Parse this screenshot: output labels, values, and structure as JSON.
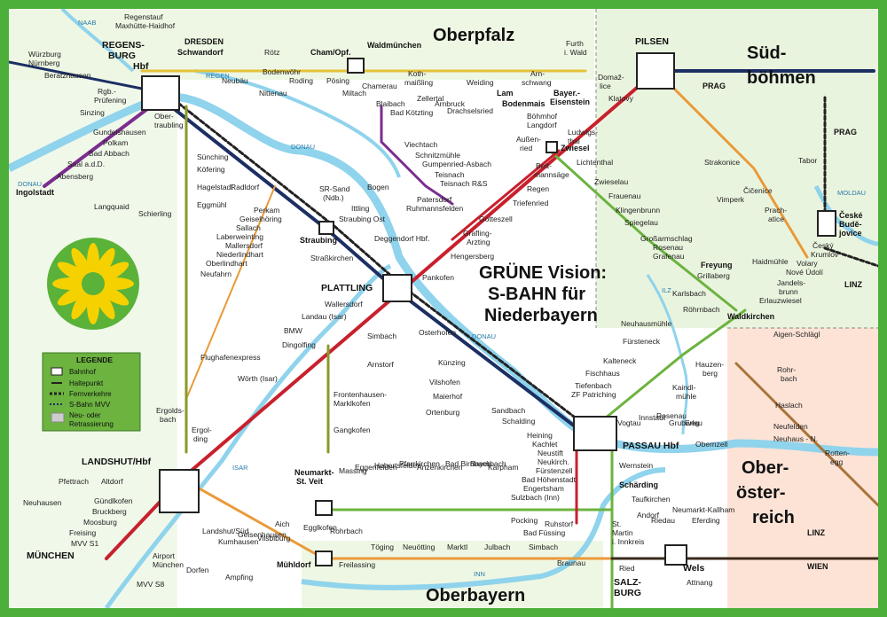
{
  "title": {
    "line1": "GRÜNE Vision:",
    "line2": "S-BAHN für",
    "line3": "Niederbayern"
  },
  "regions": {
    "oberpfalz": "Oberpfalz",
    "oberbayern": "Oberbayern",
    "suedboehmen_1": "Süd-",
    "suedboehmen_2": "böhmen",
    "ooe_1": "Ober-",
    "ooe_2": "öster-",
    "ooe_3": "reich"
  },
  "hubs": {
    "regensburg_1": "REGENS-",
    "regensburg_2": "BURG",
    "regensburg_3": "Hbf",
    "plattling": "PLATTLING",
    "landshut": "LANDSHUT/Hbf",
    "passau": "PASSAU Hbf",
    "pilsen": "PILSEN",
    "muenchen": "MÜNCHEN",
    "salzburg_1": "SALZ-",
    "salzburg_2": "BURG",
    "wels": "Wels",
    "budejovice_1": "České",
    "budejovice_2": "Budě-",
    "budejovice_3": "jovice"
  },
  "directions": {
    "dresden": "DRESDEN",
    "prag_top": "PRAG",
    "prag_right": "PRAG",
    "linz_1": "LINZ",
    "linz_2": "LINZ",
    "wien": "WIEN",
    "schwandorf": "Schwandorf"
  },
  "rivers": {
    "naab": "NAAB",
    "regen": "REGEN",
    "donau_1": "DONAU",
    "donau_2": "DONAU",
    "donau_3": "DONAU",
    "isar": "ISAR",
    "inn": "INN",
    "ilz": "ILZ",
    "moldau": "MOLDAU"
  },
  "stations_west": [
    "Regenstauf",
    "Maxhütte-Haidhof",
    "Würzburg",
    "Nürnberg",
    "Beratzhausen",
    "Rgb.-",
    "Prüfening",
    "Sinzing",
    "Ober-",
    "traubling",
    "Gundelshausen",
    "Polkam",
    "Bad Abbach",
    "Saal a.d.D.",
    "Abensberg",
    "Ingolstadt",
    "Sünching",
    "Köfering",
    "Hagelstadt",
    "Eggmühl",
    "Langquaid",
    "Schierling",
    "Radldorf",
    "Perkam",
    "Geiselhöring",
    "Sallach",
    "Laberweinting",
    "Mallersdorf",
    "Niederlindhart",
    "Oberlindhart",
    "Neufahrn",
    "Wörth (Isar)",
    "Ergolds-",
    "bach",
    "Ergol-",
    "ding",
    "Pfettrach",
    "Altdorf",
    "Neuhausen",
    "Gündlkofen",
    "Bruckberg",
    "Moosburg",
    "Freising",
    "MVV S1",
    "Airport",
    "München",
    "MVV S8"
  ],
  "stations_north": [
    "Rötz",
    "Cham/Opf.",
    "Waldmünchen",
    "Furth",
    "i. Wald",
    "Bodenwöhr",
    "Nittenau",
    "Roding",
    "Pösing",
    "Neubäu",
    "Miltach",
    "Chamerau",
    "Koth-",
    "maißling",
    "Weiding",
    "Arn-",
    "schwang",
    "Lam",
    "Bodenmais",
    "Bayer.-",
    "Eisenstein",
    "Domaž-",
    "lice",
    "Klatovy",
    "Blaibach",
    "Bad Kötzting",
    "Zellertal",
    "Arnbruck",
    "Drachselsried",
    "Böhmhof",
    "Langdorf",
    "Außen-",
    "ried",
    "Zwiesel",
    "Ludwigs-",
    "thal",
    "Viechtach",
    "Schnitzmühle",
    "Gumpenried-Asbach",
    "Teisnach",
    "Teisnach R&S",
    "Patersdorf",
    "Ruhmannsfelden",
    "Gotteszell",
    "Bett-",
    "mannsäge",
    "Regen",
    "Triefenried",
    "Grafling-",
    "Arzting"
  ],
  "stations_center": [
    "SR-Sand",
    "(Ndb.)",
    "Bogen",
    "Ittling",
    "Straubing Ost",
    "Straubing",
    "Straßkirchen",
    "Deggendorf Hbf.",
    "Hengersberg",
    "Pankofen",
    "Wallersdorf",
    "Landau (Isar)",
    "BMW",
    "Dingolfing",
    "Simbach",
    "Arnstorf",
    "Flughafenexpress",
    "Frontenhausen-",
    "Marklkofen",
    "Gangkofen",
    "Osterhofen",
    "Künzing",
    "Vilshofen",
    "Maierhof",
    "Ortenburg",
    "Sandbach",
    "Schalding",
    "Heining",
    "Kachlet",
    "Neustift",
    "Neukirch.",
    "Fürstenzell",
    "Bad Höhenstadt",
    "Engertsham",
    "Sulzbach (Inn)"
  ],
  "stations_east": [
    "Lichtenthal",
    "Zwieselau",
    "Frauenau",
    "Klingenbrunn",
    "Spiegelau",
    "Großarmschlag",
    "Rosenau",
    "Grafenau",
    "Freyung",
    "Grillaberg",
    "Karlsbach",
    "Röhrnbach",
    "Waldkirchen",
    "Neuhausmühle",
    "Fürsteneck",
    "Kalteneck",
    "Fischhaus",
    "Tiefenbach",
    "ZF Patriching",
    "Haidmühle",
    "Jandels-",
    "brunn",
    "Erlauzwiesel",
    "Vogtau",
    "Innstadt",
    "Rosenau",
    "Grubweg",
    "Erlau",
    "Obernzell",
    "Hauzen-",
    "berg",
    "Kaindl-",
    "mühle",
    "Strakonice",
    "Vimperk",
    "Čičenice",
    "Prach-",
    "atice",
    "Tabor",
    "Český",
    "Krumlov",
    "Volary",
    "Nové Údolí",
    "Aigen-Schlägl",
    "Rohr-",
    "bach",
    "Haslach",
    "Neufelden",
    "Neuhaus - N.",
    "Rotten-",
    "egg"
  ],
  "stations_south": [
    "Neumarkt-",
    "St. Veit",
    "Egglkofen",
    "Massing",
    "Eggenfelden",
    "Hebertsfelden",
    "Pfarrkirchen",
    "Anzenkirchen",
    "Bad Birnbach",
    "Bayerbach",
    "Karpham",
    "Pocking",
    "Bad Füssing",
    "Ruhstorf",
    "Rohrbach",
    "Töging",
    "Neuötting",
    "Marktl",
    "Julbach",
    "Simbach",
    "Braunau",
    "Mühldorf",
    "Freilassing",
    "Landshut/Süd",
    "Kumhausen",
    "Geisenhausen",
    "Vilsbiburg",
    "Aich",
    "Dorfen",
    "Ampfing",
    "Wernstein",
    "Schärding",
    "Taufkirchen",
    "Andorf",
    "Riedau",
    "Neumarkt-Kallham",
    "Eferding",
    "St.",
    "Martin",
    "i. Innkreis",
    "Ried",
    "Attnang"
  ],
  "legend": {
    "title": "LEGENDE",
    "items": [
      {
        "symbol": "bahnhof",
        "label": "Bahnhof"
      },
      {
        "symbol": "haltepunkt",
        "label": "Haltepunkt"
      },
      {
        "symbol": "fernverkehr",
        "label": "Fernverkehre"
      },
      {
        "symbol": "sbahn-mvv",
        "label": "S-Bahn MVV"
      },
      {
        "symbol": "neu",
        "label": "Neu- oder"
      },
      {
        "symbol": "neu2",
        "label": "Retrassierung"
      }
    ]
  },
  "colors": {
    "frame": "#4caf3a",
    "river": "#8fd3ec",
    "red": "#c8202c",
    "green": "#6cb33f",
    "orange": "#e99a3a",
    "purple": "#7b2d8e",
    "navy": "#1c2f63",
    "olive": "#8a9a2a",
    "yellow": "#e6c23a"
  }
}
